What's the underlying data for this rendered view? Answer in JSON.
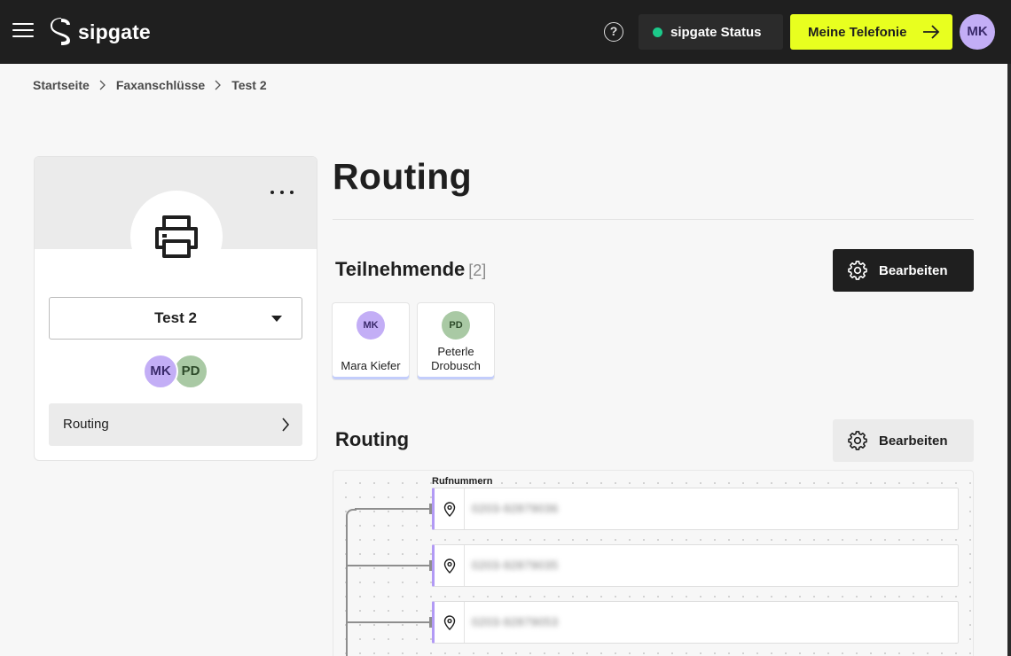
{
  "header": {
    "brand": "sipgate",
    "status_label": "sipgate Status",
    "cta_label": "Meine Telefonie",
    "help_label": "?",
    "user_initials": "MK",
    "colors": {
      "bar": "#1f1f1f",
      "status_ok": "#1cc98a",
      "cta": "#e8ff1f"
    }
  },
  "breadcrumb": [
    "Startseite",
    "Faxanschlüsse",
    "Test 2"
  ],
  "device_card": {
    "icon": "printer-icon",
    "selected": "Test 2",
    "avatars": [
      "MK",
      "PD"
    ],
    "nav_item": "Routing"
  },
  "main": {
    "title": "Routing",
    "participants": {
      "heading": "Teilnehmende",
      "count": "[2]",
      "edit_label": "Bearbeiten",
      "members": [
        {
          "initials": "MK",
          "name": "Mara Kiefer",
          "color": "#c3aef6"
        },
        {
          "initials": "PD",
          "name": "Peterle Drobusch",
          "color": "#a9c9a4"
        }
      ]
    },
    "routing": {
      "heading": "Routing",
      "edit_label": "Bearbeiten",
      "numbers_label": "Rufnummern",
      "numbers": [
        "0203-92879036",
        "0203-92879035",
        "0203-92879053"
      ]
    }
  }
}
